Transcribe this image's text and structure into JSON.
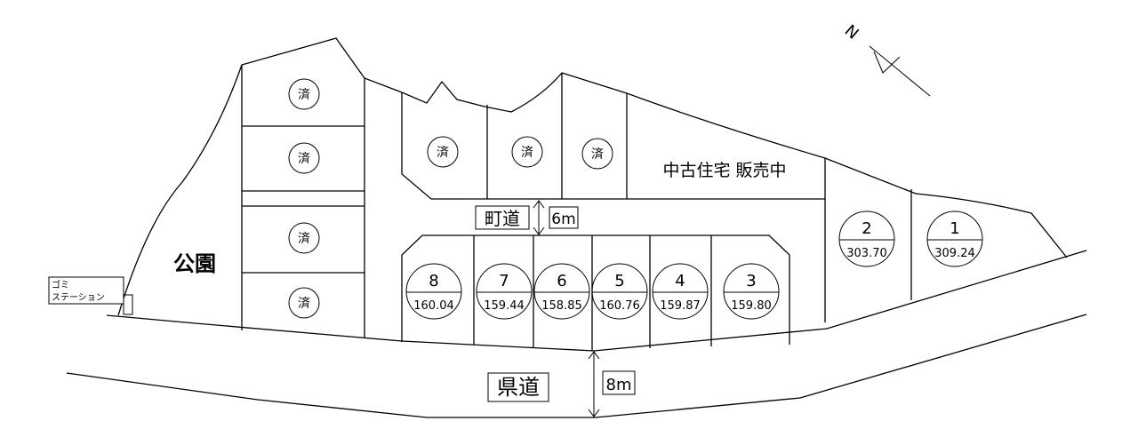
{
  "labels": {
    "park": "公園",
    "garbage_station_line1": "ゴミ",
    "garbage_station_line2": "ステーション",
    "town_road": "町道",
    "town_road_width": "6m",
    "prefectural_road": "県道",
    "prefectural_road_width": "8m",
    "used_house": "中古住宅 販売中",
    "north": "N"
  },
  "sold_lots": [
    {
      "mark": "済"
    },
    {
      "mark": "済"
    },
    {
      "mark": "済"
    },
    {
      "mark": "済"
    },
    {
      "mark": "済"
    },
    {
      "mark": "済"
    },
    {
      "mark": "済"
    }
  ],
  "lots": [
    {
      "number": "8",
      "area": "160.04"
    },
    {
      "number": "7",
      "area": "159.44"
    },
    {
      "number": "6",
      "area": "158.85"
    },
    {
      "number": "5",
      "area": "160.76"
    },
    {
      "number": "4",
      "area": "159.87"
    },
    {
      "number": "3",
      "area": "159.80"
    },
    {
      "number": "2",
      "area": "303.70"
    },
    {
      "number": "1",
      "area": "309.24"
    }
  ]
}
